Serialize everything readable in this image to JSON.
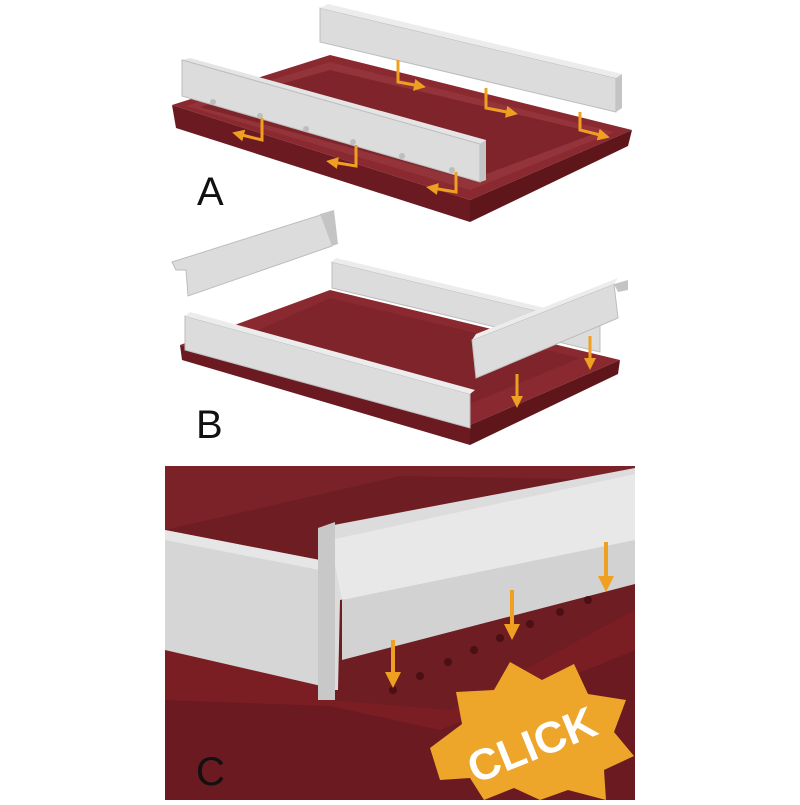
{
  "steps": [
    {
      "label": "A"
    },
    {
      "label": "B"
    },
    {
      "label": "C"
    }
  ],
  "badge": {
    "text": "CLICK"
  },
  "colors": {
    "tray": "#7b1e24",
    "tray_dark": "#5e161b",
    "tray_inner": "#8a2a30",
    "divider": "#dcdcdc",
    "divider_shade": "#bdbdbd",
    "arrow": "#f0a020",
    "badge": "#eda52a"
  }
}
